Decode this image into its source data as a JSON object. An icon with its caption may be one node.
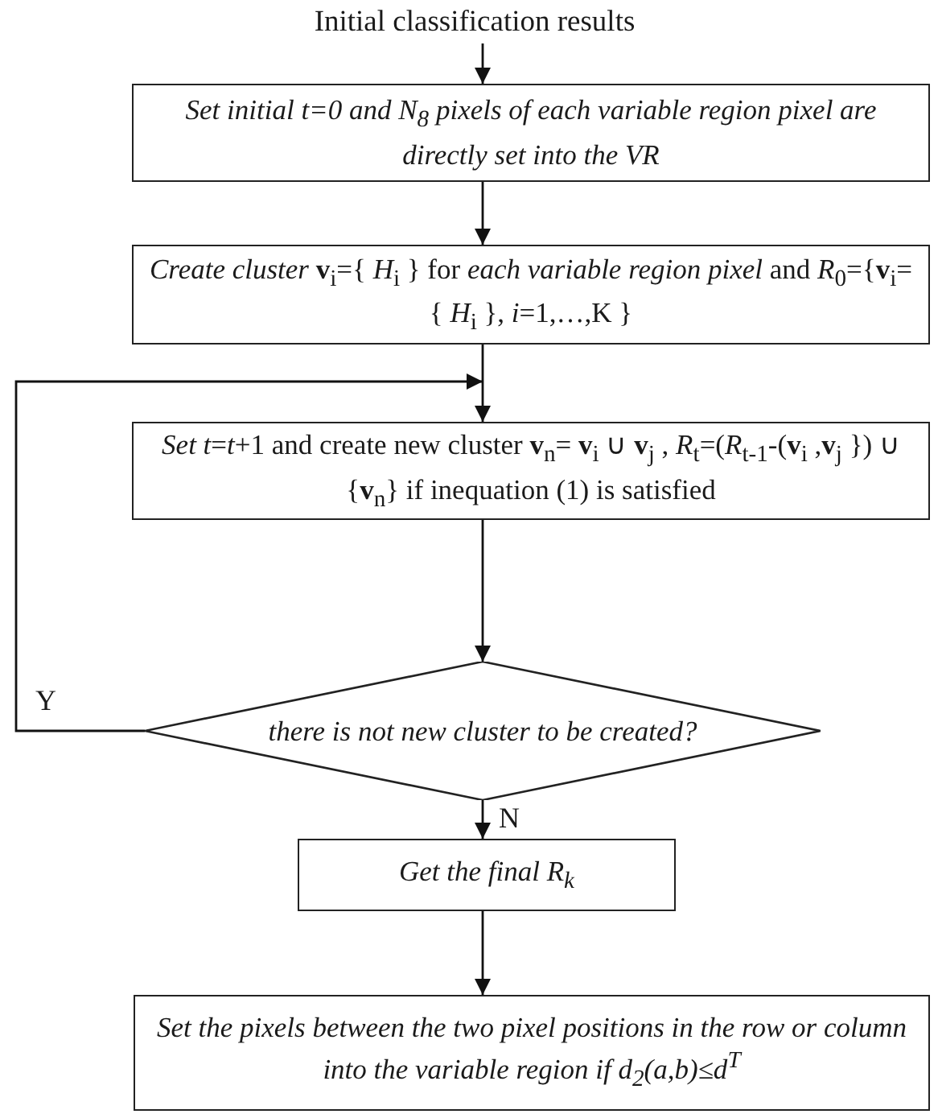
{
  "diagram": {
    "nodes": [
      {
        "text": [
          "Initial classification results"
        ]
      },
      {
        "text": [
          "Set initial t=0 and N$_{8}$ pixels of each variable region pixel are directly set into the VR"
        ]
      },
      {
        "text": [
          "*Create cluster* **v**$_{i}$={ *H*$_{i}$ } for *each variable region pixel*  and *R*$_{0}$={**v**$_{i}$={ *H*$_{i}$ }, *i*=1,…,K }"
        ]
      },
      {
        "text": [
          "*Set t*=*t*+1 and create new cluster **v**$_{n}$= **v**$_{i}$ ∪ **v**$_{j}$ , *R*$_{t}$=(*R*$_{t-1}$-(**v**$_{i}$ ,**v**$_{j}$ }) ∪ {**v**$_{n}$} if inequation (1) is satisfied"
        ]
      },
      {
        "text": [
          "there is not new cluster to be created?"
        ]
      },
      {
        "text": [
          "Get the final R$_{k}$"
        ]
      },
      {
        "text": [
          "Set the pixels between the two pixel positions in the row or column into the variable region if  d$_{2}$(a,b)≤d$^{T}$"
        ]
      }
    ],
    "edges": [
      {
        "from": 0,
        "to": 1,
        "arrow": "to"
      },
      {
        "from": 1,
        "to": 2,
        "arrow": "to"
      },
      {
        "from": 2,
        "to": 3,
        "arrow": "to"
      },
      {
        "from": 3,
        "to": 4,
        "arrow": "to"
      },
      {
        "from": 4,
        "to": 3,
        "arrow": "to",
        "label": "Y"
      },
      {
        "from": 4,
        "to": 5,
        "arrow": "to",
        "label": "N"
      },
      {
        "from": 5,
        "to": 6,
        "arrow": "to"
      }
    ]
  }
}
